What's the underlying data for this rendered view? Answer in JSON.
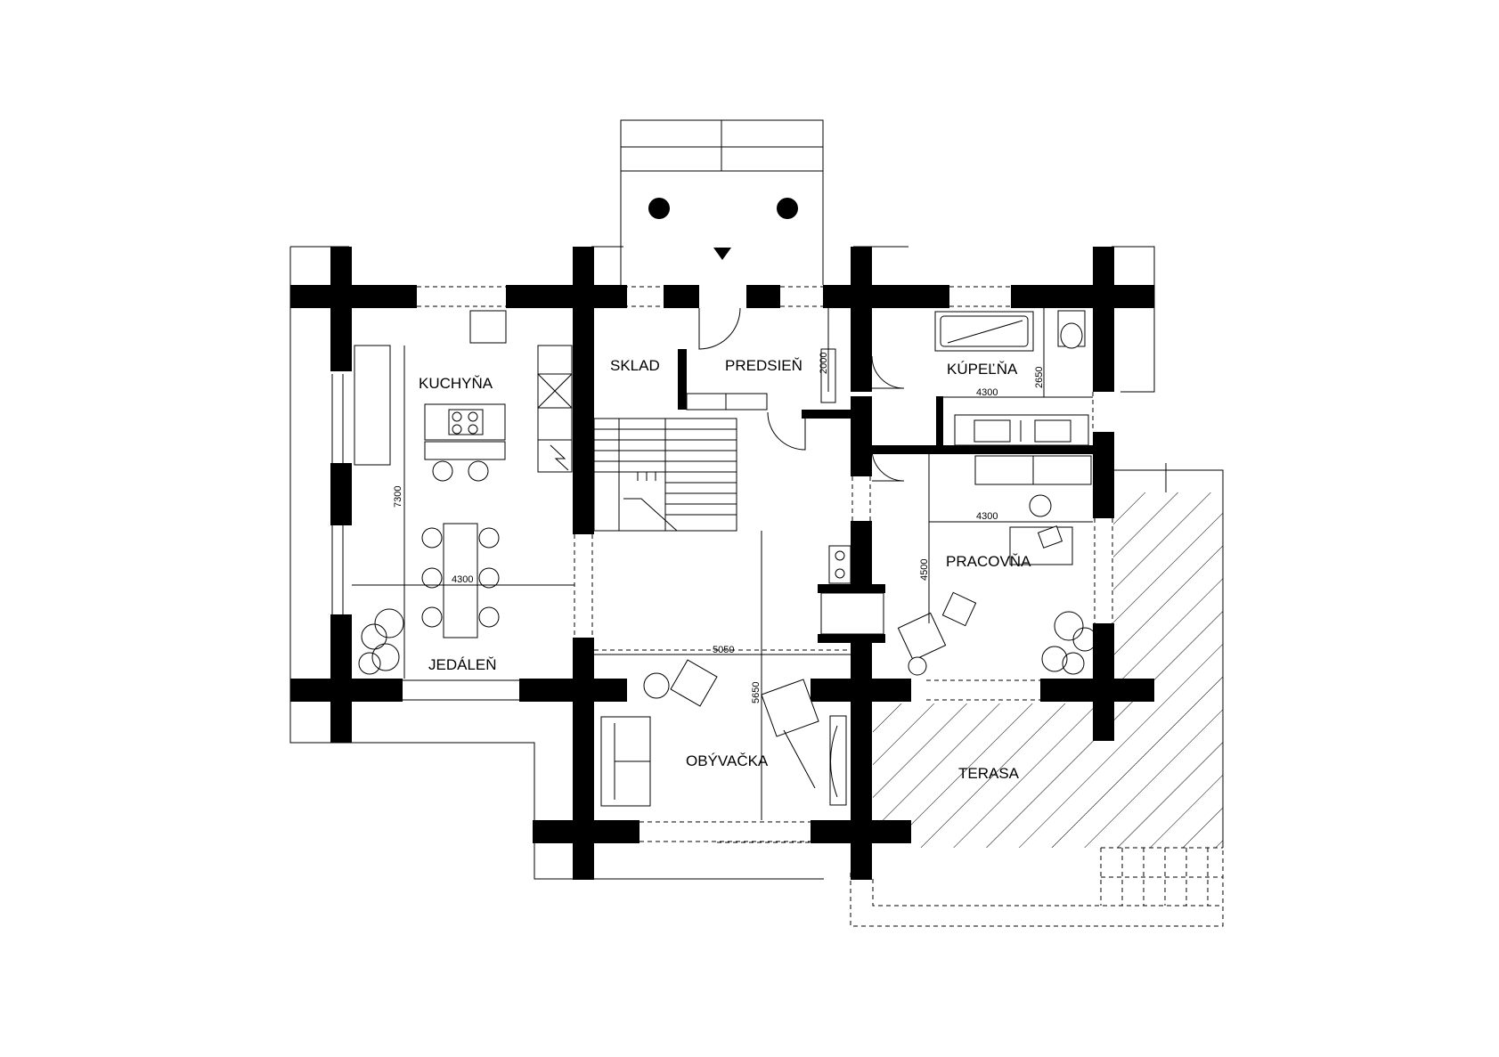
{
  "rooms": {
    "kitchen": "KUCHYŇA",
    "storage": "SKLAD",
    "hallway": "PREDSIEŇ",
    "bathroom": "KÚPEĽŇA",
    "study": "PRACOVŇA",
    "dining": "JEDÁLEŇ",
    "living": "OBÝVAČKA",
    "terrace": "TERASA"
  },
  "dimensions": {
    "kitchen_width": "4300",
    "kitchen_depth": "7300",
    "hallway_depth": "2000",
    "bath_width": "4300",
    "bath_depth": "2650",
    "study_width": "4300",
    "study_depth": "4500",
    "living_width": "5050",
    "living_depth": "5650"
  }
}
